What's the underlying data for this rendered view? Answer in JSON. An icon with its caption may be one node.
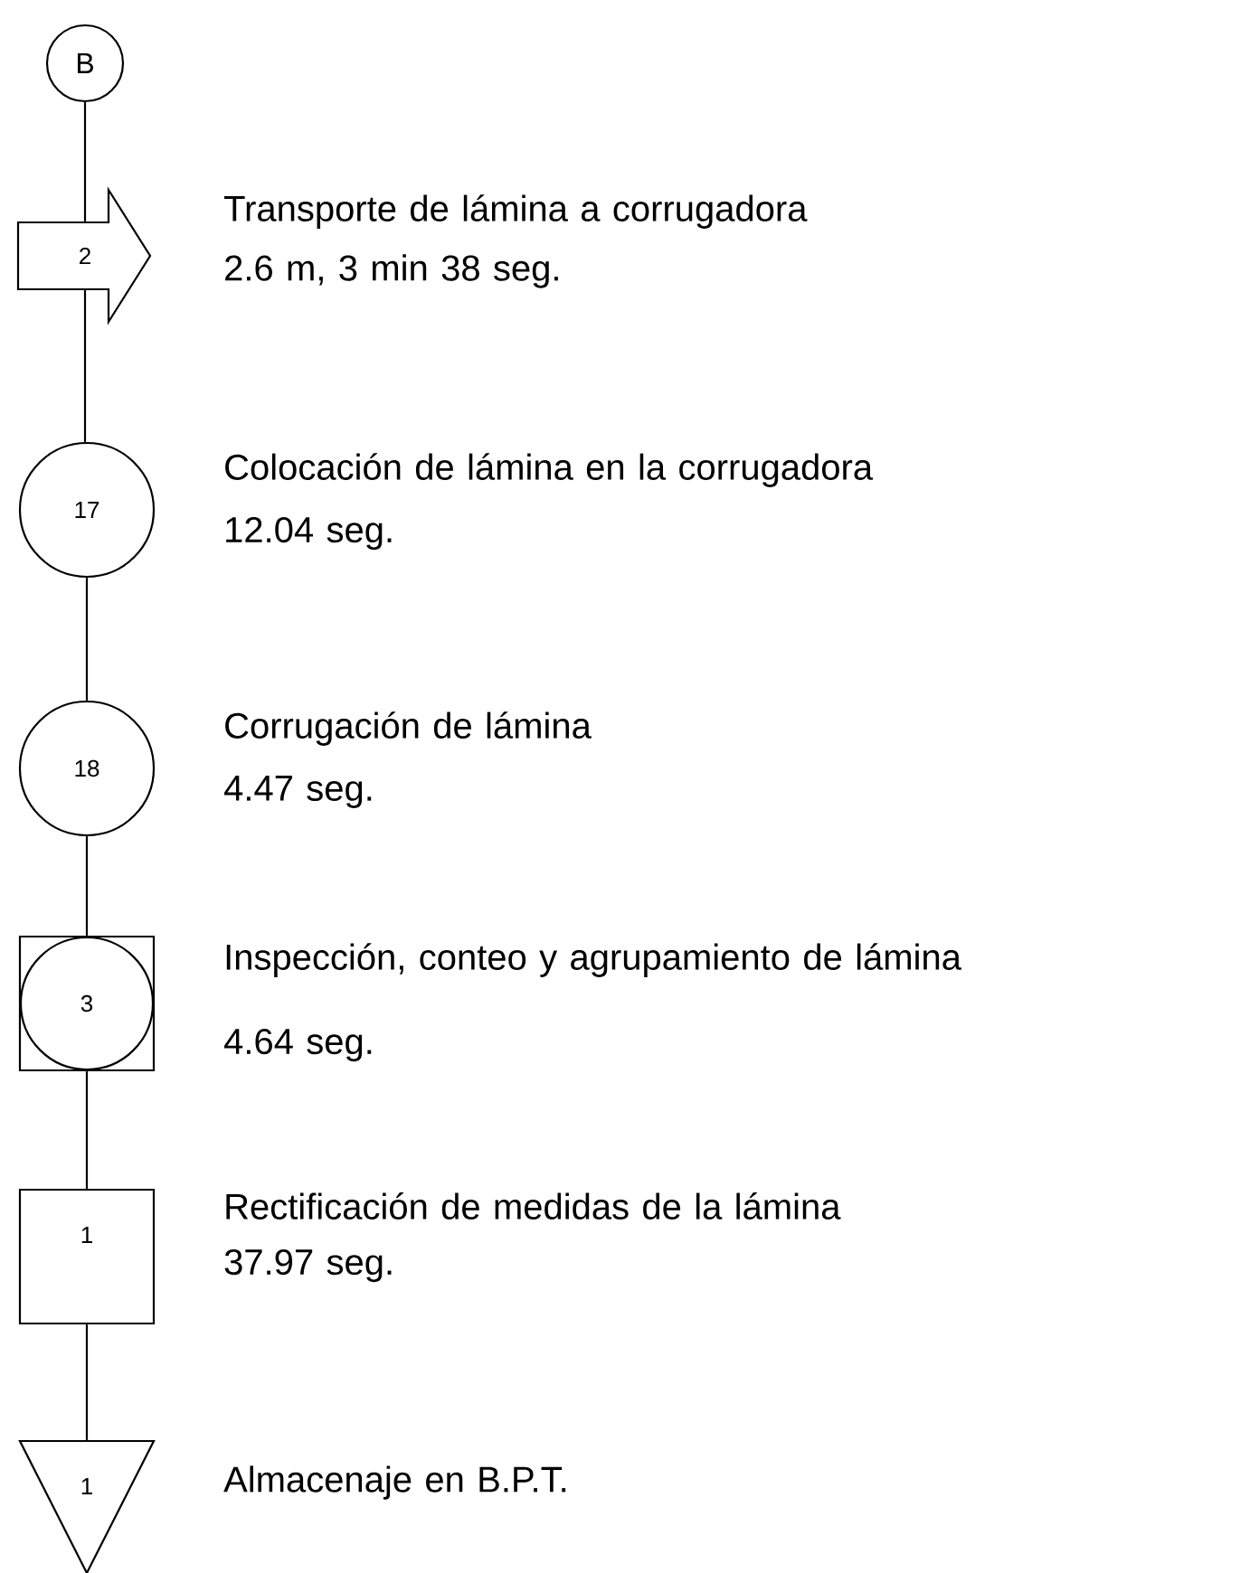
{
  "diagram": {
    "nodes": [
      {
        "text": [
          "B"
        ]
      },
      {
        "text": [
          "2"
        ],
        "beside": [
          "Transporte de lámina a corrugadora",
          "2.6 m, 3 min 38 seg."
        ]
      },
      {
        "text": [
          "17"
        ],
        "beside": [
          "Colocación de lámina en la corrugadora",
          "12.04 seg."
        ]
      },
      {
        "text": [
          "18"
        ],
        "beside": [
          "Corrugación de lámina",
          "4.47 seg."
        ]
      },
      {
        "text": [
          "3"
        ],
        "beside": [
          "Inspección, conteo y agrupamiento de lámina",
          "4.64 seg."
        ]
      },
      {
        "text": [
          "1"
        ],
        "beside": [
          "Rectificación de medidas de la lámina",
          "37.97 seg."
        ]
      },
      {
        "text": [
          "1"
        ],
        "beside": [
          "Almacenaje en B.P.T."
        ]
      }
    ],
    "edges": [
      {
        "from": 0,
        "to": 1,
        "arrow": "none"
      },
      {
        "from": 1,
        "to": 2,
        "arrow": "none"
      },
      {
        "from": 2,
        "to": 3,
        "arrow": "none"
      },
      {
        "from": 3,
        "to": 4,
        "arrow": "none"
      },
      {
        "from": 4,
        "to": 5,
        "arrow": "none"
      },
      {
        "from": 5,
        "to": 6,
        "arrow": "none"
      }
    ]
  }
}
